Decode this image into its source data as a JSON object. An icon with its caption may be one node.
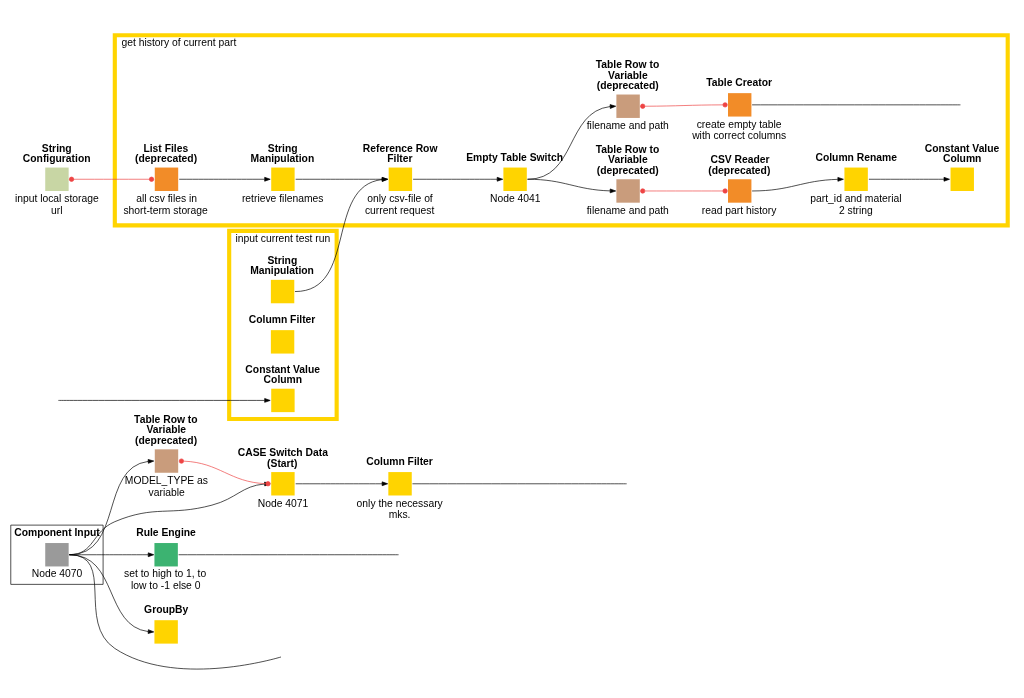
{
  "diagram": {
    "nodes": [
      {
        "text": [
          "Component Input",
          "Node 4070"
        ]
      },
      {
        "text": [
          "Table Row to Variable (deprecated)"
        ],
        "beside": [
          "MODEL_TYPE as variable"
        ]
      },
      {
        "text": [
          "CASE Switch Data (Start)"
        ],
        "beside": [
          "Node 4071"
        ]
      },
      {
        "text": [
          "Column Filter"
        ],
        "beside": [
          "only the necessary mks."
        ]
      },
      {
        "text": [
          "Rule Engine"
        ],
        "beside": [
          "set to high to 1, to low to -1 else 0"
        ]
      },
      {
        "text": [
          "String Configuration"
        ],
        "beside": [
          "input local storage url"
        ]
      },
      {
        "text": [
          "get history of current part"
        ]
      },
      {
        "text": [
          "List Files (deprecated)"
        ],
        "beside": [
          "all csv files in short-term storage"
        ],
        "in": 6
      },
      {
        "text": [
          "String Manipulation"
        ],
        "beside": [
          "retrieve filenames"
        ],
        "in": 6
      },
      {
        "text": [
          "Reference Row Filter"
        ],
        "beside": [
          "only csv-file of current request"
        ],
        "in": 6
      },
      {
        "text": [
          "Empty Table Switch"
        ],
        "beside": [
          "Node 4041"
        ],
        "in": 6
      },
      {
        "text": [
          "Table Row to Variable (deprecated)"
        ],
        "beside": [
          "filename and path"
        ],
        "in": 6
      },
      {
        "text": [
          "CSV Reader (deprecated)"
        ],
        "beside": [
          "read part history"
        ],
        "in": 6
      },
      {
        "text": [
          "Column Rename"
        ],
        "beside": [
          "part_id and material 2 string"
        ],
        "in": 6
      },
      {
        "text": [
          "Constant Value Column"
        ],
        "in": 6
      },
      {
        "text": [
          "Table Row to Variable (deprecated)"
        ],
        "beside": [
          "filename and path"
        ],
        "in": 6
      },
      {
        "text": [
          "Table Creator"
        ],
        "beside": [
          "create empty table with correct columns"
        ],
        "in": 6
      },
      {
        "text": [
          "GroupBy"
        ]
      },
      {
        "text": [
          "input current test run"
        ]
      },
      {
        "text": [
          "String Manipulation"
        ],
        "in": 18
      },
      {
        "text": [
          "Column Filter"
        ],
        "in": 18
      },
      {
        "text": [
          "Constant Value Column"
        ],
        "in": 18
      }
    ],
    "edges": [
      {
        "from": 0,
        "to": 1,
        "arrow": "to"
      },
      {
        "from": 0,
        "to": 2,
        "arrow": "to"
      },
      {
        "from": 1,
        "to": 2,
        "arrow": "other",
        "color": "#ee4444"
      },
      {
        "from": 2,
        "to": 3,
        "arrow": "to"
      },
      {
        "from": 0,
        "to": 4,
        "arrow": "to"
      },
      {
        "from": 3,
        "to": null,
        "arrow": "none"
      },
      {
        "from": 4,
        "to": null,
        "arrow": "none"
      },
      {
        "from": 5,
        "to": 7,
        "arrow": "other",
        "color": "#ee4444"
      },
      {
        "from": 7,
        "to": 8,
        "arrow": "to"
      },
      {
        "from": 8,
        "to": 9,
        "arrow": "to"
      },
      {
        "from": 19,
        "to": 9,
        "arrow": "to"
      },
      {
        "from": 9,
        "to": 10,
        "arrow": "to"
      },
      {
        "from": 10,
        "to": 11,
        "arrow": "to"
      },
      {
        "from": 10,
        "to": 15,
        "arrow": "to"
      },
      {
        "from": 11,
        "to": 12,
        "arrow": "other",
        "color": "#ee4444"
      },
      {
        "from": 12,
        "to": 13,
        "arrow": "to"
      },
      {
        "from": 13,
        "to": 14,
        "arrow": "to"
      },
      {
        "from": 15,
        "to": 16,
        "arrow": "other",
        "color": "#ee4444"
      },
      {
        "from": 16,
        "to": null,
        "arrow": "none"
      },
      {
        "from": null,
        "to": 21,
        "arrow": "to"
      },
      {
        "from": 0,
        "to": 17,
        "arrow": "to"
      },
      {
        "from": 0,
        "to": null,
        "arrow": "none"
      }
    ]
  }
}
